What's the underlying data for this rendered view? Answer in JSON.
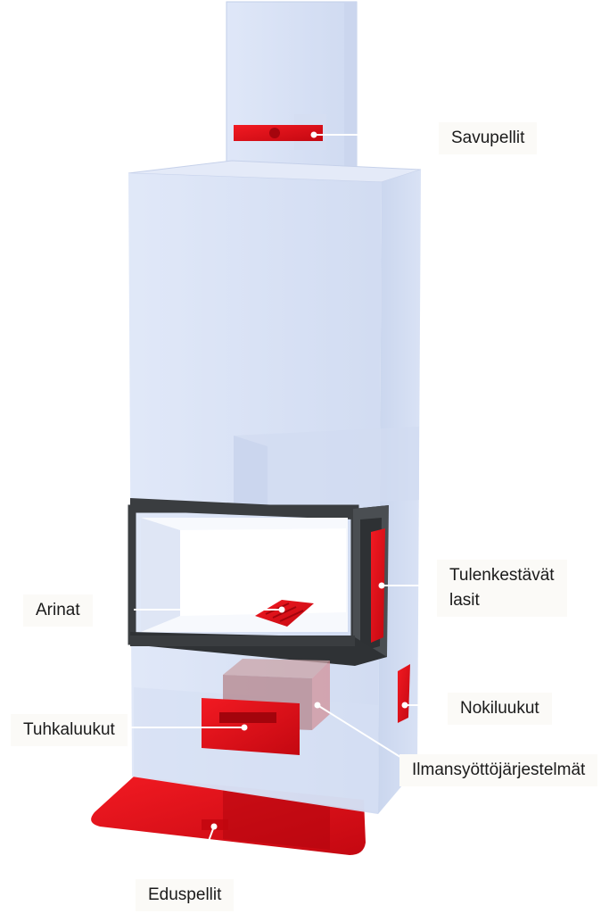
{
  "labels": {
    "savupellit": "Savupellit",
    "tulenkestavat_line1": "Tulenkestävät",
    "tulenkestavat_line2": "lasit",
    "arinat": "Arinat",
    "nokiluukut": "Nokiluukut",
    "tuhkaluukut": "Tuhkaluukut",
    "ilmansyotto": "Ilmansyöttöjärjestelmät",
    "eduspellit": "Eduspellit"
  },
  "colors": {
    "highlight_red": "#e0101a",
    "glass_blue": "#dde6f7",
    "frame_dark": "#3a3d40",
    "leader_line": "#ffffff"
  }
}
